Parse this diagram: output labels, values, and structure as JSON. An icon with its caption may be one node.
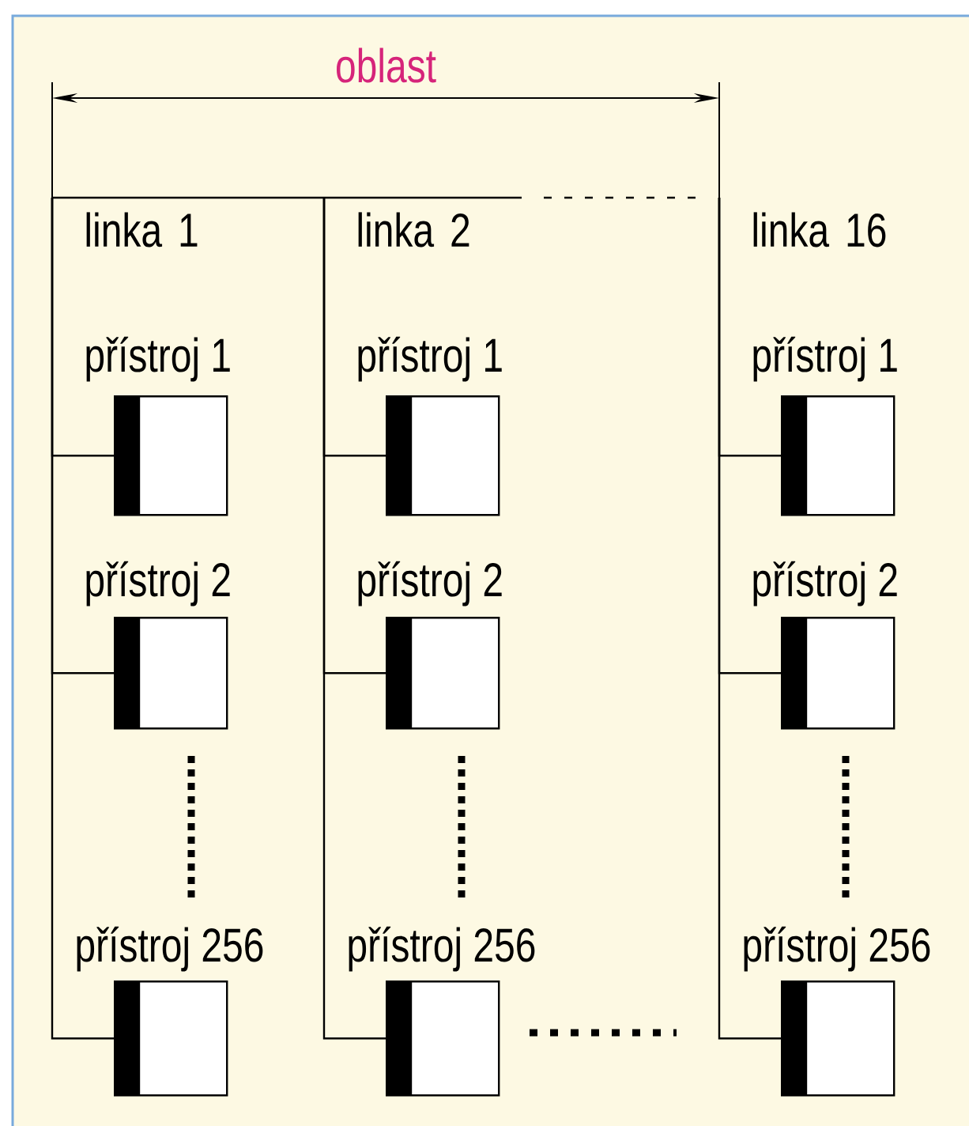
{
  "diagram": {
    "nodes": [
      {
        "text": [
          "linka 1"
        ]
      },
      {
        "text": [
          "linka 2"
        ]
      },
      {
        "text": [
          "linka 16"
        ]
      },
      {
        "text": [
          "přístroj 1"
        ]
      },
      {
        "text": [
          "přístroj 1"
        ]
      },
      {
        "text": [
          "přístroj 1"
        ]
      },
      {
        "text": [
          "přístroj 2"
        ]
      },
      {
        "text": [
          "přístroj 2"
        ]
      },
      {
        "text": [
          "přístroj 2"
        ]
      },
      {
        "text": [
          "přístroj 256"
        ]
      },
      {
        "text": [
          "přístroj 256"
        ]
      },
      {
        "text": [
          "přístroj 256"
        ]
      }
    ],
    "edges": [
      {
        "from": 0,
        "to": 1,
        "arrow": "none"
      },
      {
        "from": 1,
        "to": 2,
        "arrow": "none",
        "style": "dashed"
      },
      {
        "from": 0,
        "to": 3,
        "arrow": "none"
      },
      {
        "from": 0,
        "to": 6,
        "arrow": "none"
      },
      {
        "from": 0,
        "to": 9,
        "arrow": "none"
      },
      {
        "from": 1,
        "to": 4,
        "arrow": "none"
      },
      {
        "from": 1,
        "to": 7,
        "arrow": "none"
      },
      {
        "from": 1,
        "to": 10,
        "arrow": "none"
      },
      {
        "from": 2,
        "to": 5,
        "arrow": "none"
      },
      {
        "from": 2,
        "to": 8,
        "arrow": "none"
      },
      {
        "from": 2,
        "to": 11,
        "arrow": "none"
      }
    ],
    "labels": [
      "oblast"
    ]
  }
}
